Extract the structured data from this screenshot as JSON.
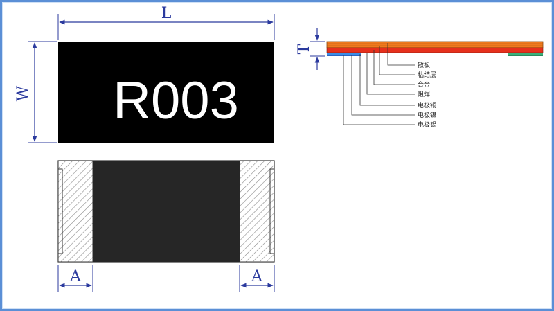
{
  "dimensions": {
    "length": "L",
    "width": "W",
    "thickness": "T",
    "terminal": "A"
  },
  "chip": {
    "marking": "R003"
  },
  "layers": [
    "散板",
    "粘结层",
    "合金",
    "阻焊",
    "电极铜",
    "电极镍",
    "电极锡"
  ],
  "colors": {
    "frame": "#5b8fd6",
    "dimension_lines": "#2b3a9e",
    "chip_body": "#000000",
    "resistive_element": "#262626",
    "substrate_orange": "#f07a1e",
    "alloy_red": "#e6301c",
    "electrode_blue": "#3c8de6",
    "electrode_green": "#3ab07a"
  }
}
